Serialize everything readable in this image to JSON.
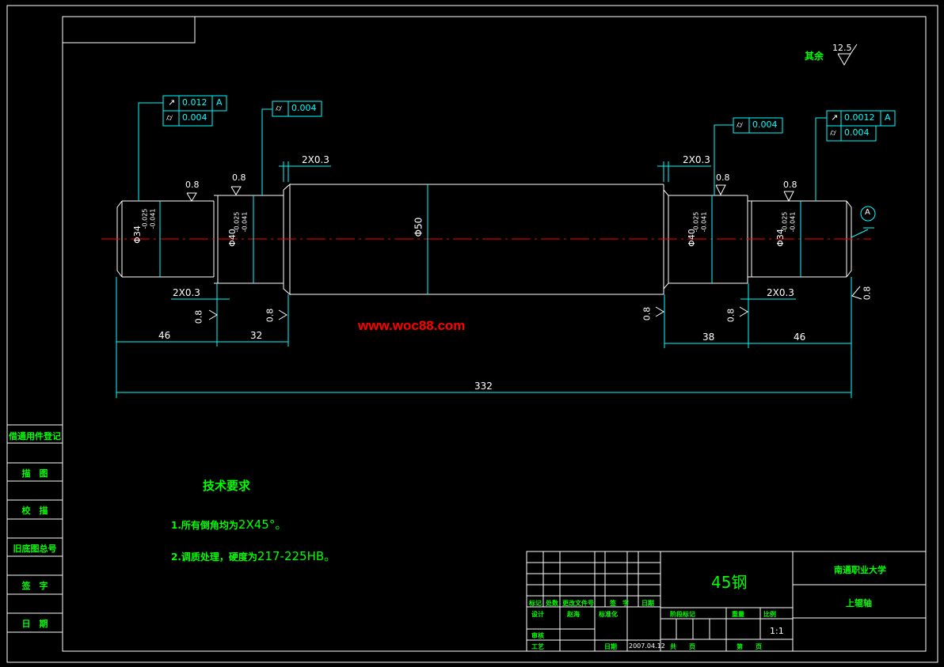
{
  "watermark": "www.woc88.com",
  "surface_finish": {
    "label": "其余",
    "value": "12.5",
    "local": "0.8"
  },
  "dimensions": {
    "total": "332",
    "left_end": "46",
    "left_shoulder": "32",
    "right_shoulder": "38",
    "right_end": "46",
    "chamfer": "2X0.3",
    "center_dia": "Φ50",
    "dia_34": "Φ34",
    "dia_40": "Φ40",
    "tol_upper": "-0.025",
    "tol_lower": "-0.041"
  },
  "tolerance_frames": {
    "left_runout": "0.012",
    "left_cyl": "0.004",
    "mid_left_cyl": "0.004",
    "mid_right_cyl": "0.004",
    "right_runout": "0.0012",
    "right_cyl": "0.004",
    "datum": "A"
  },
  "tech_requirements": {
    "title": "技术要求",
    "item1_a": "1.所有倒角均为",
    "item1_b": "2X45°。",
    "item2_a": "2.调质处理，硬度为",
    "item2_b": "217-225HB。"
  },
  "side_panel": [
    "借通用件登记",
    "描　图",
    "校　描",
    "旧底图总号",
    "签　字",
    "日　期"
  ],
  "title_block": {
    "material": "45钢",
    "school": "南通职业大学",
    "part_name": "上辊轴",
    "scale": "1:1",
    "hdr_mark": "标记",
    "hdr_count": "处数",
    "hdr_file": "更改文件号",
    "hdr_sign": "签　字",
    "hdr_date": "日期",
    "design": "设计",
    "design_name": "赵海",
    "design_std": "标准化",
    "stage_mark": "阶段标记",
    "weight": "重量",
    "ratio": "比例",
    "review": "审核",
    "process": "工艺",
    "date_label": "日期",
    "date": "2007.04.12",
    "sheets_total": "共　　页",
    "sheet_no": "第　　页"
  },
  "colors": {
    "line": "#00ffff",
    "text": "#00ff00",
    "center": "#ff0000",
    "frame": "#ffffff"
  }
}
